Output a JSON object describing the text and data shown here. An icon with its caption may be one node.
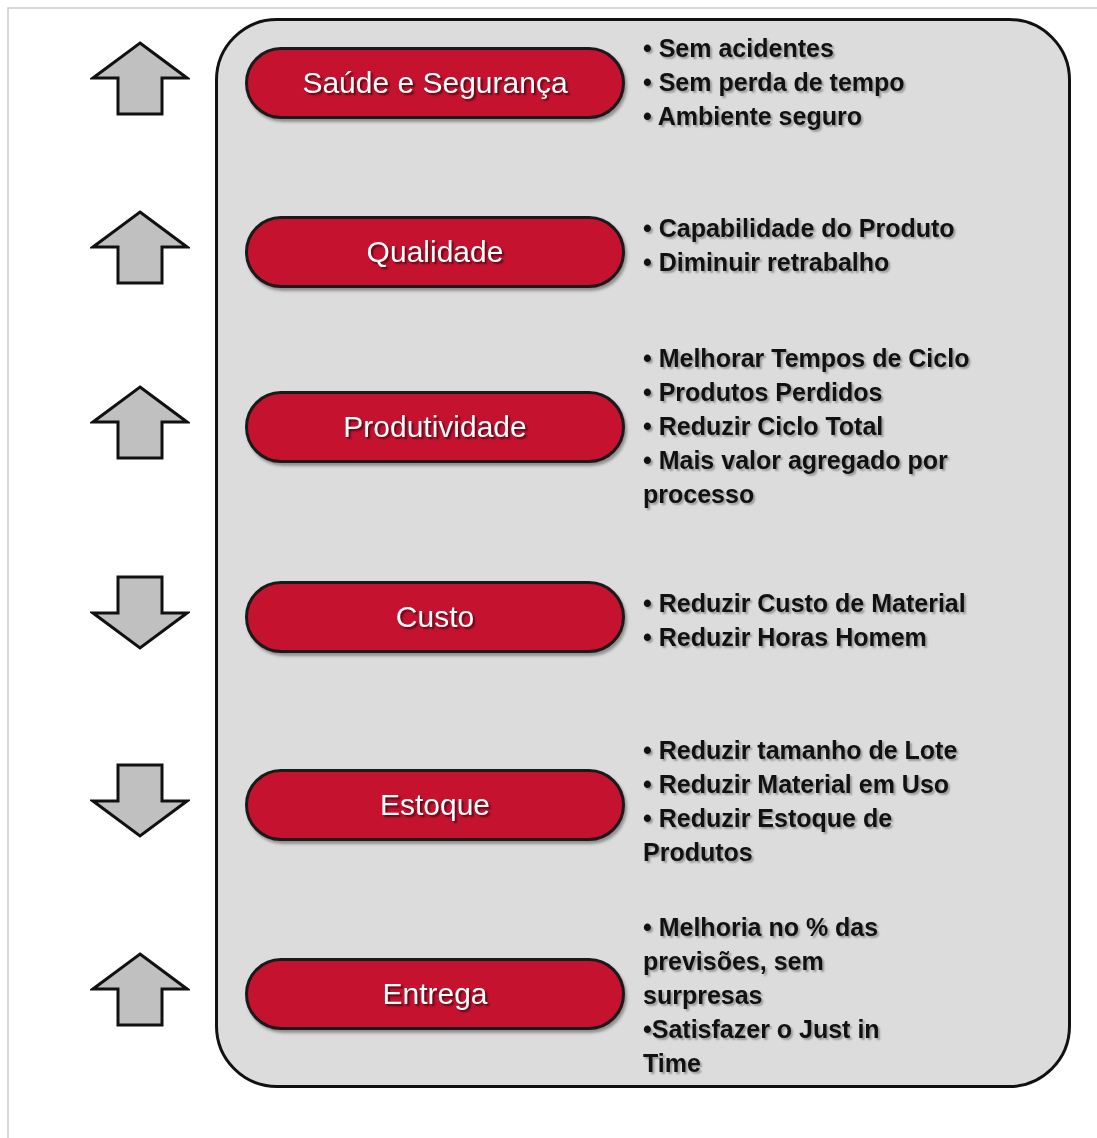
{
  "diagram": {
    "nodes": [
      {
        "text": [],
        "shape": "box"
      },
      {
        "text": [
          "Saúde e Segurança"
        ],
        "in": 0,
        "beside": [
          "• Sem acidentes",
          "• Sem perda de tempo",
          "• Ambiente seguro"
        ]
      },
      {
        "text": [
          "Qualidade"
        ],
        "in": 0,
        "beside": [
          "• Capabilidade do Produto",
          "• Diminuir retrabalho"
        ]
      },
      {
        "text": [
          "Produtividade"
        ],
        "in": 0,
        "beside": [
          "• Melhorar Tempos de Ciclo",
          "• Produtos Perdidos",
          "• Reduzir Ciclo Total",
          "• Mais valor agregado por processo"
        ]
      },
      {
        "text": [
          "Custo"
        ],
        "in": 0,
        "beside": [
          "• Reduzir Custo de Material",
          "• Reduzir Horas Homem"
        ]
      },
      {
        "text": [
          "Estoque"
        ],
        "in": 0,
        "beside": [
          "• Reduzir tamanho de Lote",
          "• Reduzir Material em Uso",
          "• Reduzir Estoque de Produtos"
        ]
      },
      {
        "text": [
          "Entrega"
        ],
        "in": 0,
        "beside": [
          "• Melhoria no % das previsões, sem surpresas",
          "•Satisfazer o Just in Time"
        ]
      }
    ]
  }
}
